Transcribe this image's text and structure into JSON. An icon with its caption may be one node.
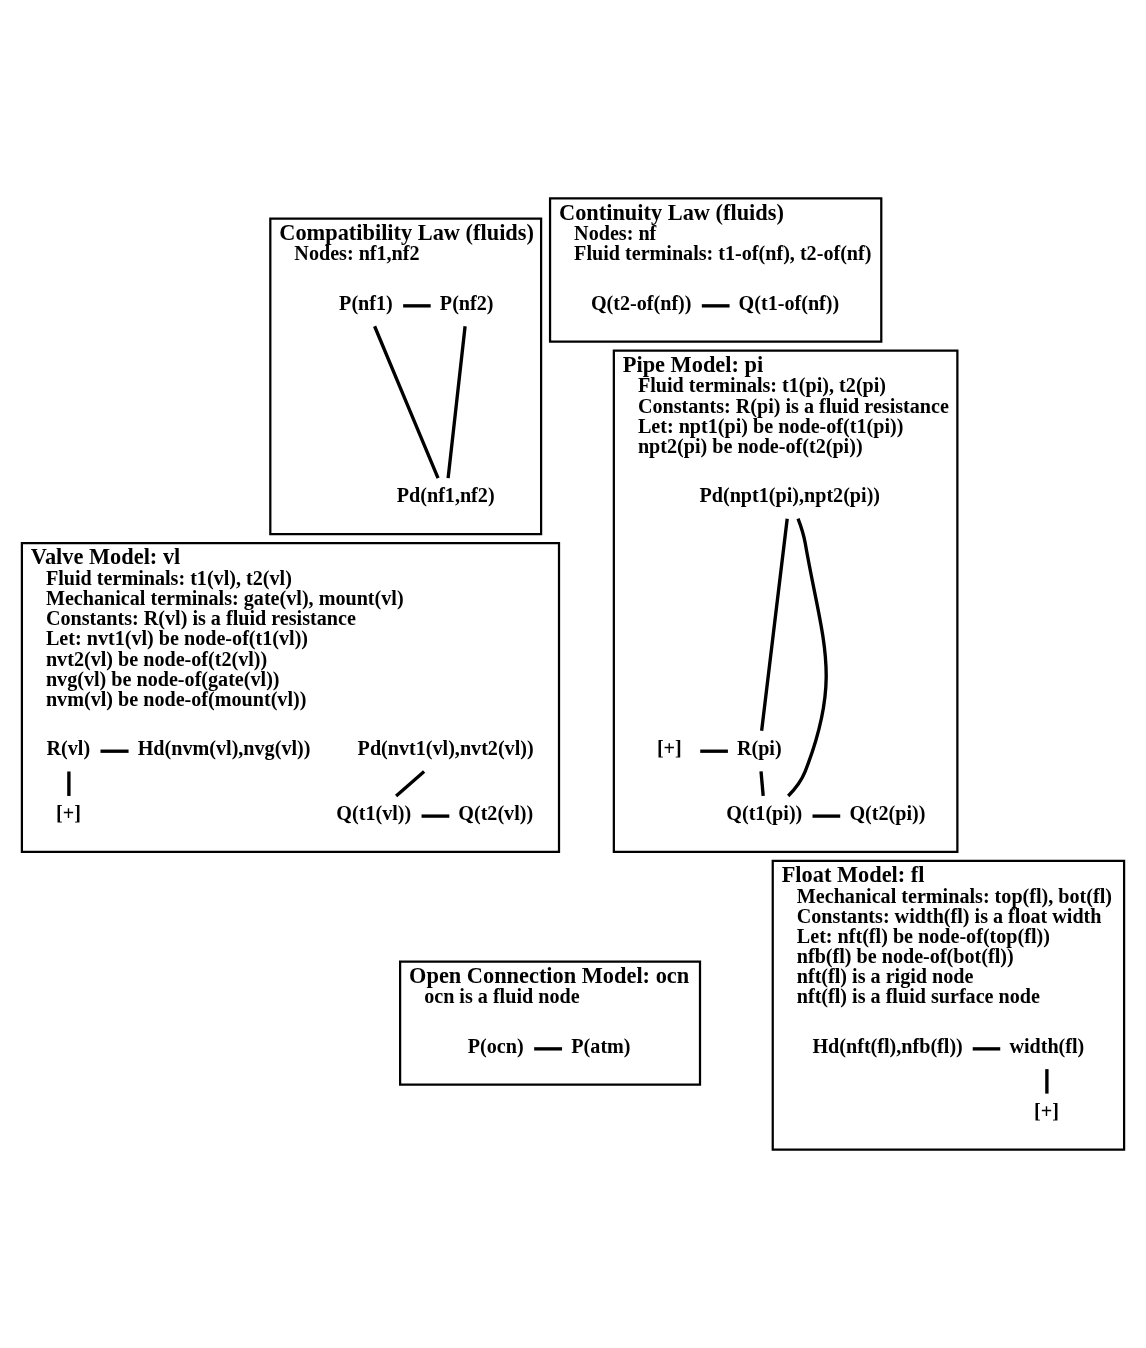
{
  "diagram": {
    "nodes": [
      {
        "text": [
          "Compatibility Law (fluids)",
          "Nodes: nf1,nf2"
        ]
      },
      {
        "text": [
          "P(nf1)"
        ],
        "in": 0
      },
      {
        "text": [
          "P(nf2)"
        ],
        "in": 0
      },
      {
        "text": [
          "Pd(nf1,nf2)"
        ],
        "in": 0
      },
      {
        "text": [
          "Continuity Law (fluids)",
          "Nodes: nf",
          "Fluid terminals: t1-of(nf), t2-of(nf)"
        ]
      },
      {
        "text": [
          "Q(t2-of(nf))"
        ],
        "in": 4
      },
      {
        "text": [
          "Q(t1-of(nf))"
        ],
        "in": 4
      },
      {
        "text": [
          "Pipe Model: pi",
          "Fluid terminals: t1(pi), t2(pi)",
          "Constants: R(pi) is a fluid resistance",
          "Let: npt1(pi) be node-of(t1(pi))",
          "npt2(pi) be node-of(t2(pi))"
        ]
      },
      {
        "text": [
          "Pd(npt1(pi),npt2(pi))"
        ],
        "in": 7
      },
      {
        "text": [
          "[+]"
        ],
        "in": 7
      },
      {
        "text": [
          "R(pi)"
        ],
        "in": 7
      },
      {
        "text": [
          "Q(t1(pi))"
        ],
        "in": 7
      },
      {
        "text": [
          "Q(t2(pi))"
        ],
        "in": 7
      },
      {
        "text": [
          "Valve Model: vl",
          "Fluid terminals: t1(vl), t2(vl)",
          "Mechanical terminals: gate(vl), mount(vl)",
          "Constants: R(vl) is a fluid resistance",
          "Let: nvt1(vl) be node-of(t1(vl))",
          "nvt2(vl) be node-of(t2(vl))",
          "nvg(vl) be node-of(gate(vl))",
          "nvm(vl) be node-of(mount(vl))"
        ]
      },
      {
        "text": [
          "Pd(nvt1(vl),nvt2(vl))"
        ],
        "in": 13
      },
      {
        "text": [
          "R(vl)"
        ],
        "in": 13
      },
      {
        "text": [
          "Hd(nvm(vl),nvg(vl))"
        ],
        "in": 13
      },
      {
        "text": [
          "[+]"
        ],
        "in": 13
      },
      {
        "text": [
          "Q(t1(vl))"
        ],
        "in": 13
      },
      {
        "text": [
          "Q(t2(vl))"
        ],
        "in": 13
      },
      {
        "text": [
          "Float Model: fl",
          "Mechanical terminals: top(fl), bot(fl)",
          "Constants: width(fl) is a float width",
          "Let: nft(fl) be node-of(top(fl))",
          "nfb(fl) be node-of(bot(fl))",
          "nft(fl) is a rigid node",
          "nft(fl) is a fluid surface node"
        ]
      },
      {
        "text": [
          "Hd(nft(fl),nfb(fl))"
        ],
        "in": 20
      },
      {
        "text": [
          "width(fl)"
        ],
        "in": 20
      },
      {
        "text": [
          "[+]"
        ],
        "in": 20
      },
      {
        "text": [
          "Open Connection Model: ocn",
          "ocn is a fluid node"
        ]
      },
      {
        "text": [
          "P(ocn)"
        ],
        "in": 24
      },
      {
        "text": [
          "P(atm)"
        ],
        "in": 24
      }
    ],
    "edges": [
      {
        "from": 1,
        "to": 2,
        "arrow": "none"
      },
      {
        "from": 1,
        "to": 3,
        "arrow": "none"
      },
      {
        "from": 2,
        "to": 3,
        "arrow": "none"
      },
      {
        "from": 5,
        "to": 6,
        "arrow": "none"
      },
      {
        "from": 8,
        "to": 11,
        "arrow": "none"
      },
      {
        "from": 8,
        "to": 10,
        "arrow": "none"
      },
      {
        "from": 10,
        "to": 11,
        "arrow": "none"
      },
      {
        "from": 9,
        "to": 10,
        "arrow": "none"
      },
      {
        "from": 11,
        "to": 12,
        "arrow": "none"
      },
      {
        "from": 15,
        "to": 16,
        "arrow": "none"
      },
      {
        "from": 14,
        "to": 18,
        "arrow": "none"
      },
      {
        "from": 15,
        "to": 17,
        "arrow": "none"
      },
      {
        "from": 18,
        "to": 19,
        "arrow": "none"
      },
      {
        "from": 21,
        "to": 22,
        "arrow": "none"
      },
      {
        "from": 22,
        "to": 23,
        "arrow": "none"
      },
      {
        "from": 25,
        "to": 26,
        "arrow": "none"
      }
    ]
  }
}
